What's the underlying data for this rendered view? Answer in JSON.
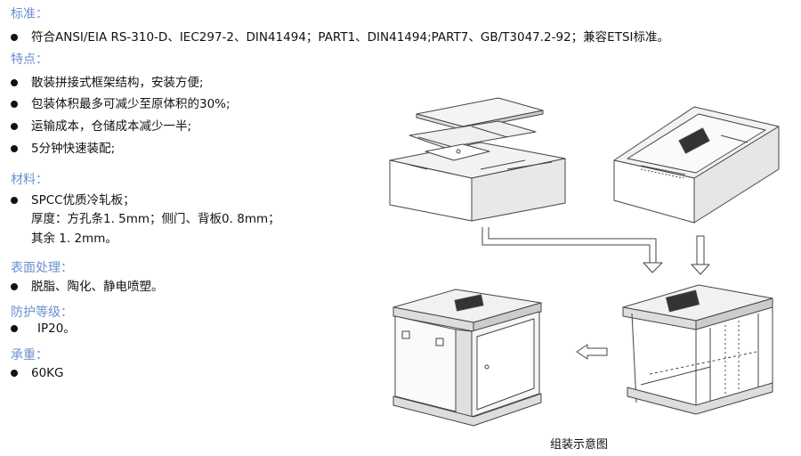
{
  "sections": {
    "standard": {
      "title": "标准：",
      "items": [
        "符合ANSI/EIA RS-310-D、IEC297-2、DIN41494；PART1、DIN41494;PART7、GB/T3047.2-92；兼容ETSI标准。"
      ]
    },
    "features": {
      "title": "特点：",
      "items": [
        "散装拼接式框架结构，安装方便;",
        "包装体积最多可减少至原体积的30%;",
        "运输成本，仓储成本减少一半;",
        "5分钟快速装配;"
      ]
    },
    "material": {
      "title": "材料：",
      "item": "SPCC优质冷轧板；",
      "lines": [
        "厚度：方孔条1. 5mm；侧门、背板0. 8mm；",
        "其余 1. 2mm。"
      ]
    },
    "surface": {
      "title": "表面处理：",
      "items": [
        "脱脂、陶化、静电喷塑。"
      ]
    },
    "protection": {
      "title": "防护等级：",
      "items": [
        "IP20。"
      ]
    },
    "load": {
      "title": "承重：",
      "items": [
        "60KG"
      ]
    }
  },
  "figure": {
    "caption": "组装示意图",
    "icons": [
      "flat-pack-icon",
      "top-cover-pack-icon",
      "assembled-frame-icon",
      "finished-cabinet-icon",
      "arrow-down-icon",
      "arrow-left-icon"
    ]
  }
}
